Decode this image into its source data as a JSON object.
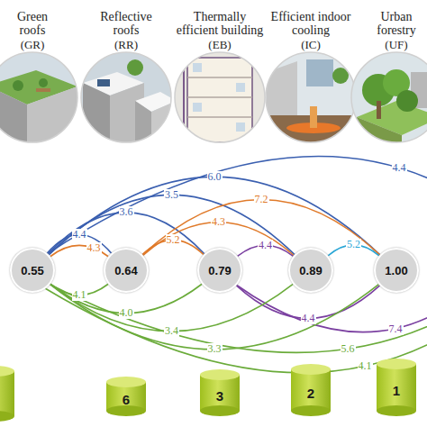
{
  "diagram": {
    "nodes": [
      {
        "text": [
          "0.55"
        ]
      },
      {
        "text": [
          "0.64"
        ]
      },
      {
        "text": [
          "0.79"
        ]
      },
      {
        "text": [
          "0.89"
        ]
      },
      {
        "text": [
          "1.00"
        ]
      },
      {
        "text": [
          "6"
        ]
      },
      {
        "text": [
          "3"
        ]
      },
      {
        "text": [
          "2"
        ]
      },
      {
        "text": [
          "1"
        ]
      }
    ],
    "edges": [
      {
        "from": 0,
        "to": 1,
        "arrow": "none",
        "label": "4.4"
      },
      {
        "from": 0,
        "to": 2,
        "arrow": "none",
        "label": "3.6"
      },
      {
        "from": 0,
        "to": 3,
        "arrow": "none",
        "label": "3.5"
      },
      {
        "from": 0,
        "to": 4,
        "arrow": "none",
        "label": "6.0"
      },
      {
        "from": 1,
        "to": 0,
        "arrow": "none",
        "label": "4.3"
      },
      {
        "from": 1,
        "to": 2,
        "arrow": "none",
        "label": "5.2"
      },
      {
        "from": 1,
        "to": 3,
        "arrow": "none",
        "label": "4.3"
      },
      {
        "from": 1,
        "to": 4,
        "arrow": "none",
        "label": "7.2"
      },
      {
        "from": 2,
        "to": 3,
        "arrow": "none",
        "label": "4.4"
      },
      {
        "from": 2,
        "to": 4,
        "arrow": "none",
        "label": "4.4"
      },
      {
        "from": 3,
        "to": 4,
        "arrow": "none",
        "label": "5.2"
      },
      {
        "from": 0,
        "to": 1,
        "arrow": "none",
        "label": "4.1"
      },
      {
        "from": 0,
        "to": 2,
        "arrow": "none",
        "label": "4.0"
      },
      {
        "from": 0,
        "to": 3,
        "arrow": "none",
        "label": "3.4"
      },
      {
        "from": 0,
        "to": 4,
        "arrow": "none",
        "label": "3.3"
      }
    ],
    "labels": [
      "Green roofs",
      "(GR)",
      "Reflective roofs",
      "(RR)",
      "Thermally efficient building",
      "(EB)",
      "Efficient indoor cooling",
      "(IC)",
      "Urban forestry",
      "(UF)",
      "4.4",
      "5.6",
      "4.1",
      "7.4"
    ]
  }
}
